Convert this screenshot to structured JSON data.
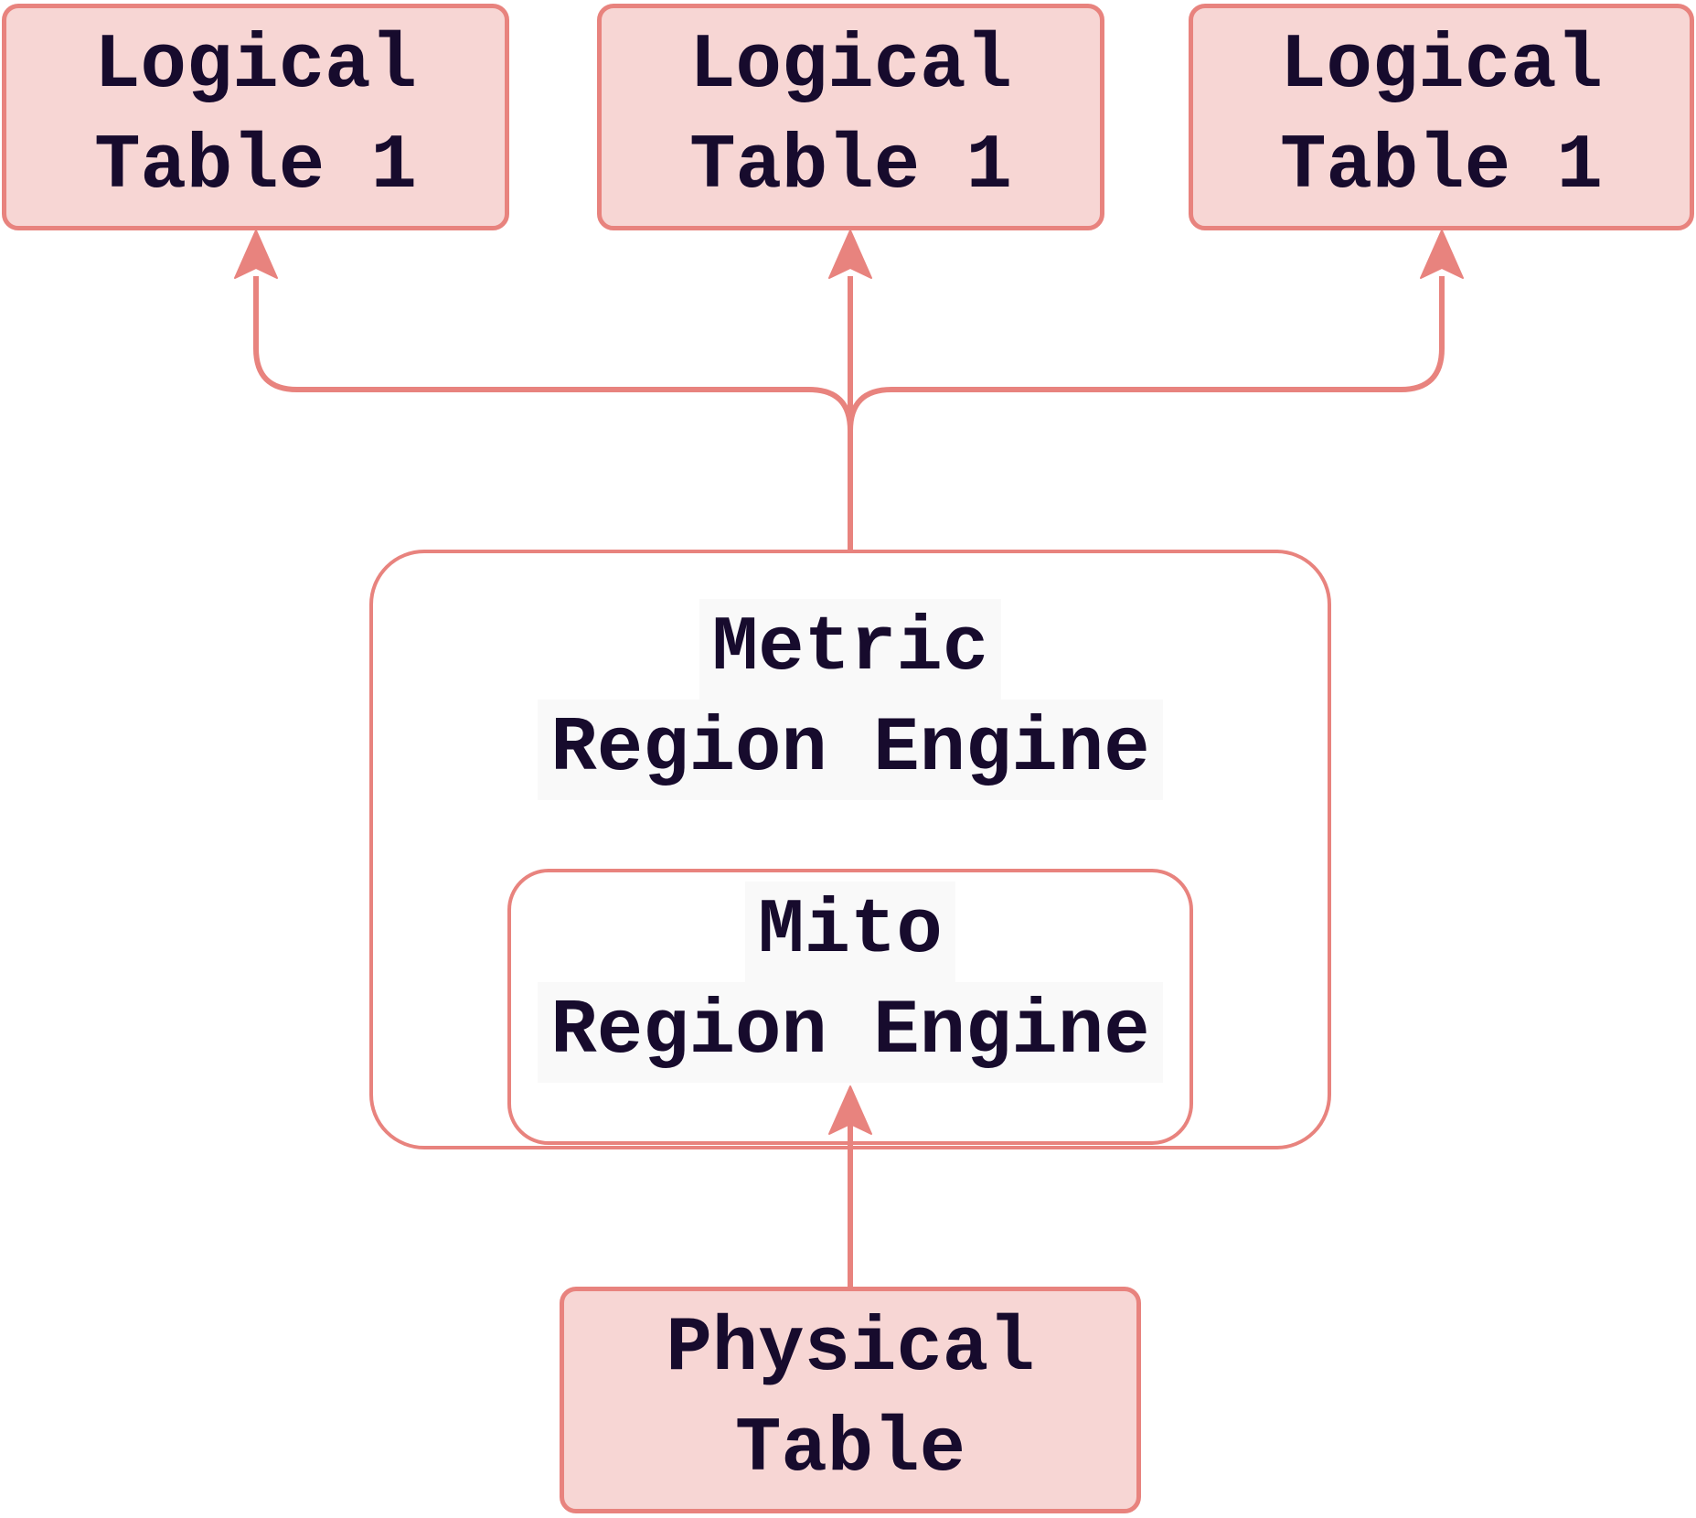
{
  "colors": {
    "accent": "#e8837e",
    "node-fill": "#f7d6d4",
    "text": "#170b2d",
    "label-bg": "#f9f9f9",
    "container-fill": "#ffffff",
    "canvas-bg": "#ffffff"
  },
  "nodes": {
    "logical_left": {
      "lines": [
        "Logical",
        "Table 1"
      ]
    },
    "logical_middle": {
      "lines": [
        "Logical",
        "Table 1"
      ]
    },
    "logical_right": {
      "lines": [
        "Logical",
        "Table 1"
      ]
    },
    "metric_engine": {
      "lines": [
        "Metric",
        "Region Engine"
      ]
    },
    "mito_engine": {
      "lines": [
        "Mito",
        "Region Engine"
      ]
    },
    "physical": {
      "lines": [
        "Physical",
        "Table"
      ]
    }
  },
  "edges": [
    {
      "from": "Metric Region Engine",
      "to": "Logical Table 1 (left)",
      "direction": "up"
    },
    {
      "from": "Metric Region Engine",
      "to": "Logical Table 1 (middle)",
      "direction": "up"
    },
    {
      "from": "Metric Region Engine",
      "to": "Logical Table 1 (right)",
      "direction": "up"
    },
    {
      "from": "Physical Table",
      "to": "Mito Region Engine",
      "direction": "up"
    }
  ]
}
